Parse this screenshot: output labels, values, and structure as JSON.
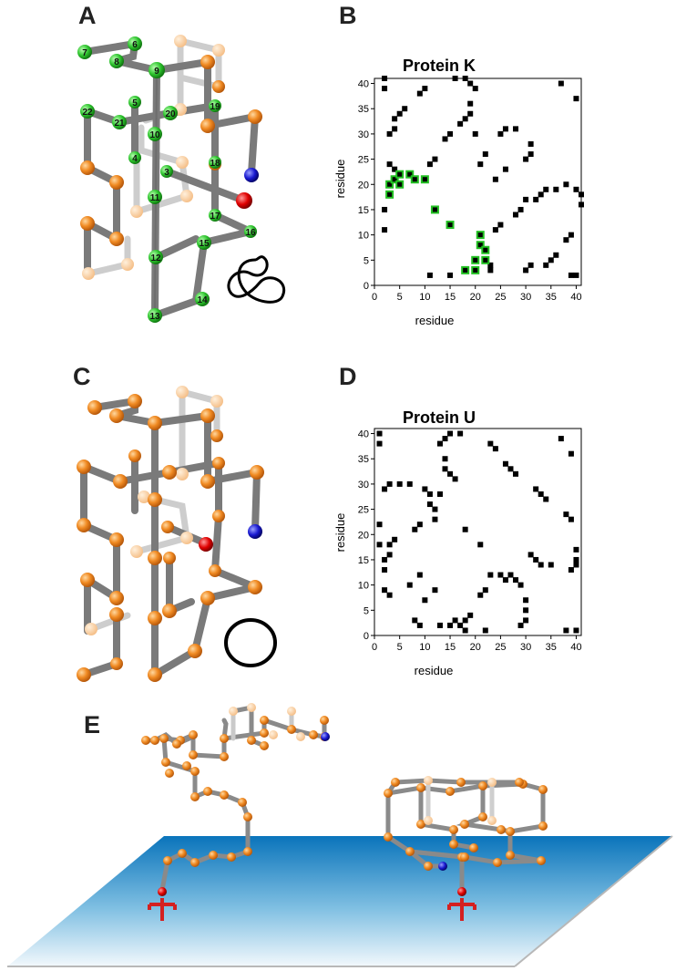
{
  "figure": {
    "panel_labels": [
      "A",
      "B",
      "C",
      "D",
      "E"
    ],
    "panelA": {
      "numbered_residues": [
        "7",
        "6",
        "8",
        "9",
        "5",
        "22",
        "21",
        "20",
        "19",
        "10",
        "4",
        "3",
        "18",
        "11",
        "17",
        "16",
        "15",
        "12",
        "14",
        "13"
      ],
      "knot_icon": "trefoil-knot-icon",
      "start_bead_color": "#1414c8",
      "end_bead_color": "#d40000",
      "native_contact_color": "#22c022",
      "bead_color": "#f0902a"
    },
    "panelC": {
      "knot_icon": "unknot-circle-icon"
    },
    "panelE": {
      "surface_color": "#1a7fc0",
      "tether_color": "#d42020"
    }
  },
  "chart_data": [
    {
      "type": "scatter",
      "title": "Protein K",
      "xlabel": "residue",
      "ylabel": "residue",
      "xlim": [
        0,
        41
      ],
      "ylim": [
        0,
        41
      ],
      "xticks": [
        0,
        5,
        10,
        15,
        20,
        25,
        30,
        35,
        40
      ],
      "yticks": [
        0,
        5,
        10,
        15,
        20,
        25,
        30,
        35,
        40
      ],
      "grid": false,
      "series": [
        {
          "marker_color": "#000000",
          "points": [
            [
              2,
              41
            ],
            [
              2,
              39
            ],
            [
              2,
              15
            ],
            [
              2,
              11
            ],
            [
              3,
              30
            ],
            [
              3,
              24
            ],
            [
              4,
              31
            ],
            [
              4,
              33
            ],
            [
              4,
              23
            ],
            [
              5,
              34
            ],
            [
              6,
              35
            ],
            [
              9,
              38
            ],
            [
              10,
              39
            ],
            [
              11,
              2
            ],
            [
              11,
              24
            ],
            [
              12,
              25
            ],
            [
              14,
              29
            ],
            [
              15,
              30
            ],
            [
              15,
              2
            ],
            [
              16,
              41
            ],
            [
              17,
              32
            ],
            [
              18,
              41
            ],
            [
              18,
              33
            ],
            [
              19,
              34
            ],
            [
              19,
              36
            ],
            [
              19,
              40
            ],
            [
              20,
              30
            ],
            [
              20,
              39
            ],
            [
              21,
              24
            ],
            [
              22,
              26
            ],
            [
              23,
              4
            ],
            [
              23,
              3
            ],
            [
              24,
              11
            ],
            [
              24,
              21
            ],
            [
              25,
              30
            ],
            [
              25,
              12
            ],
            [
              26,
              31
            ],
            [
              26,
              23
            ],
            [
              28,
              31
            ],
            [
              28,
              14
            ],
            [
              29,
              15
            ],
            [
              30,
              17
            ],
            [
              30,
              3
            ],
            [
              30,
              25
            ],
            [
              31,
              4
            ],
            [
              31,
              26
            ],
            [
              31,
              28
            ],
            [
              32,
              17
            ],
            [
              33,
              18
            ],
            [
              34,
              4
            ],
            [
              34,
              19
            ],
            [
              35,
              5
            ],
            [
              36,
              6
            ],
            [
              36,
              19
            ],
            [
              37,
              40
            ],
            [
              38,
              9
            ],
            [
              38,
              20
            ],
            [
              39,
              2
            ],
            [
              39,
              10
            ],
            [
              40,
              37
            ],
            [
              40,
              19
            ],
            [
              40,
              2
            ],
            [
              41,
              18
            ],
            [
              41,
              16
            ]
          ]
        },
        {
          "marker_color": "#22c022",
          "points": [
            [
              3,
              18
            ],
            [
              3,
              20
            ],
            [
              4,
              21
            ],
            [
              5,
              20
            ],
            [
              5,
              22
            ],
            [
              7,
              22
            ],
            [
              8,
              21
            ],
            [
              10,
              21
            ],
            [
              12,
              15
            ],
            [
              15,
              12
            ],
            [
              18,
              3
            ],
            [
              20,
              3
            ],
            [
              20,
              5
            ],
            [
              21,
              8
            ],
            [
              21,
              10
            ],
            [
              22,
              5
            ],
            [
              22,
              7
            ]
          ]
        }
      ]
    },
    {
      "type": "scatter",
      "title": "Protein U",
      "xlabel": "residue",
      "ylabel": "residue",
      "xlim": [
        0,
        41
      ],
      "ylim": [
        0,
        41
      ],
      "xticks": [
        0,
        5,
        10,
        15,
        20,
        25,
        30,
        35,
        40
      ],
      "yticks": [
        0,
        5,
        10,
        15,
        20,
        25,
        30,
        35,
        40
      ],
      "grid": false,
      "series": [
        {
          "marker_color": "#000000",
          "points": [
            [
              1,
              40
            ],
            [
              1,
              38
            ],
            [
              1,
              22
            ],
            [
              1,
              18
            ],
            [
              2,
              29
            ],
            [
              2,
              15
            ],
            [
              2,
              13
            ],
            [
              2,
              9
            ],
            [
              3,
              30
            ],
            [
              3,
              16
            ],
            [
              3,
              18
            ],
            [
              3,
              8
            ],
            [
              4,
              19
            ],
            [
              5,
              30
            ],
            [
              7,
              30
            ],
            [
              7,
              10
            ],
            [
              8,
              21
            ],
            [
              8,
              3
            ],
            [
              9,
              22
            ],
            [
              9,
              12
            ],
            [
              9,
              2
            ],
            [
              10,
              29
            ],
            [
              10,
              7
            ],
            [
              11,
              28
            ],
            [
              11,
              26
            ],
            [
              12,
              25
            ],
            [
              12,
              23
            ],
            [
              12,
              9
            ],
            [
              13,
              38
            ],
            [
              13,
              28
            ],
            [
              13,
              2
            ],
            [
              14,
              39
            ],
            [
              14,
              35
            ],
            [
              14,
              33
            ],
            [
              15,
              40
            ],
            [
              15,
              32
            ],
            [
              15,
              2
            ],
            [
              16,
              31
            ],
            [
              16,
              3
            ],
            [
              17,
              40
            ],
            [
              17,
              2
            ],
            [
              18,
              21
            ],
            [
              18,
              3
            ],
            [
              18,
              1
            ],
            [
              19,
              4
            ],
            [
              21,
              18
            ],
            [
              21,
              8
            ],
            [
              22,
              9
            ],
            [
              22,
              1
            ],
            [
              23,
              38
            ],
            [
              23,
              12
            ],
            [
              24,
              37
            ],
            [
              25,
              12
            ],
            [
              26,
              34
            ],
            [
              26,
              11
            ],
            [
              27,
              33
            ],
            [
              27,
              12
            ],
            [
              28,
              32
            ],
            [
              28,
              11
            ],
            [
              29,
              10
            ],
            [
              29,
              2
            ],
            [
              30,
              7
            ],
            [
              30,
              5
            ],
            [
              30,
              3
            ],
            [
              31,
              16
            ],
            [
              32,
              29
            ],
            [
              32,
              15
            ],
            [
              33,
              28
            ],
            [
              33,
              14
            ],
            [
              34,
              27
            ],
            [
              35,
              14
            ],
            [
              37,
              39
            ],
            [
              38,
              24
            ],
            [
              38,
              1
            ],
            [
              39,
              23
            ],
            [
              39,
              13
            ],
            [
              39,
              36
            ],
            [
              40,
              1
            ],
            [
              40,
              14
            ],
            [
              40,
              15
            ],
            [
              40,
              17
            ]
          ]
        }
      ]
    }
  ]
}
